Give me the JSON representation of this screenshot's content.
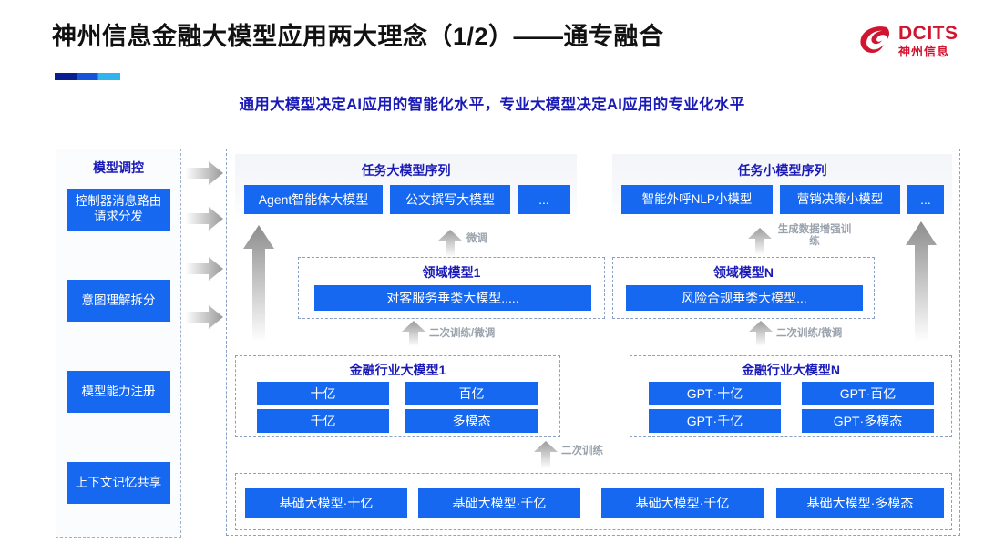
{
  "header": {
    "title": "神州信息金融大模型应用两大理念（1/2）——通专融合",
    "subtitle": "通用大模型决定AI应用的智能化水平，专业大模型决定AI应用的专业化水平",
    "logo_en": "DCITS",
    "logo_cn": "神州信息",
    "brand_red": "#d1142f",
    "accent_blue": "#1668f0",
    "title_blue": "#1a1ab8"
  },
  "control_column": {
    "title": "模型调控",
    "items": [
      {
        "label": "控制器消息路由请求分发"
      },
      {
        "label": "意图理解拆分"
      },
      {
        "label": "模型能力注册"
      },
      {
        "label": "上下文记忆共享"
      }
    ]
  },
  "task_groups": [
    {
      "title": "任务大模型序列",
      "items": [
        "Agent智能体大模型",
        "公文撰写大模型",
        "..."
      ]
    },
    {
      "title": "任务小模型序列",
      "items": [
        "智能外呼NLP小模型",
        "营销决策小模型",
        "..."
      ]
    }
  ],
  "domain_groups": [
    {
      "title": "领域模型1",
      "items": [
        "对客服务垂类大模型....."
      ]
    },
    {
      "title": "领域模型N",
      "items": [
        "风险合规垂类大模型..."
      ]
    }
  ],
  "industry_groups": [
    {
      "title": "金融行业大模型1",
      "items": [
        "十亿",
        "百亿",
        "千亿",
        "多模态"
      ]
    },
    {
      "title": "金融行业大模型N",
      "items": [
        "GPT·十亿",
        "GPT·百亿",
        "GPT·千亿",
        "GPT·多模态"
      ]
    }
  ],
  "base_group": {
    "items": [
      "基础大模型·十亿",
      "基础大模型·千亿",
      "基础大模型·千亿",
      "基础大模型·多模态"
    ]
  },
  "arrow_labels": {
    "finetune_left": "微调",
    "data_aug_right": "生成数据增强训练",
    "retrain_left": "二次训练/微调",
    "retrain_right": "二次训练/微调",
    "retrain_base": "二次训练"
  },
  "icons": {
    "logo": "dcits-swirl-icon",
    "flow_right": "right-arrow-icon",
    "flow_up": "up-arrow-icon"
  }
}
